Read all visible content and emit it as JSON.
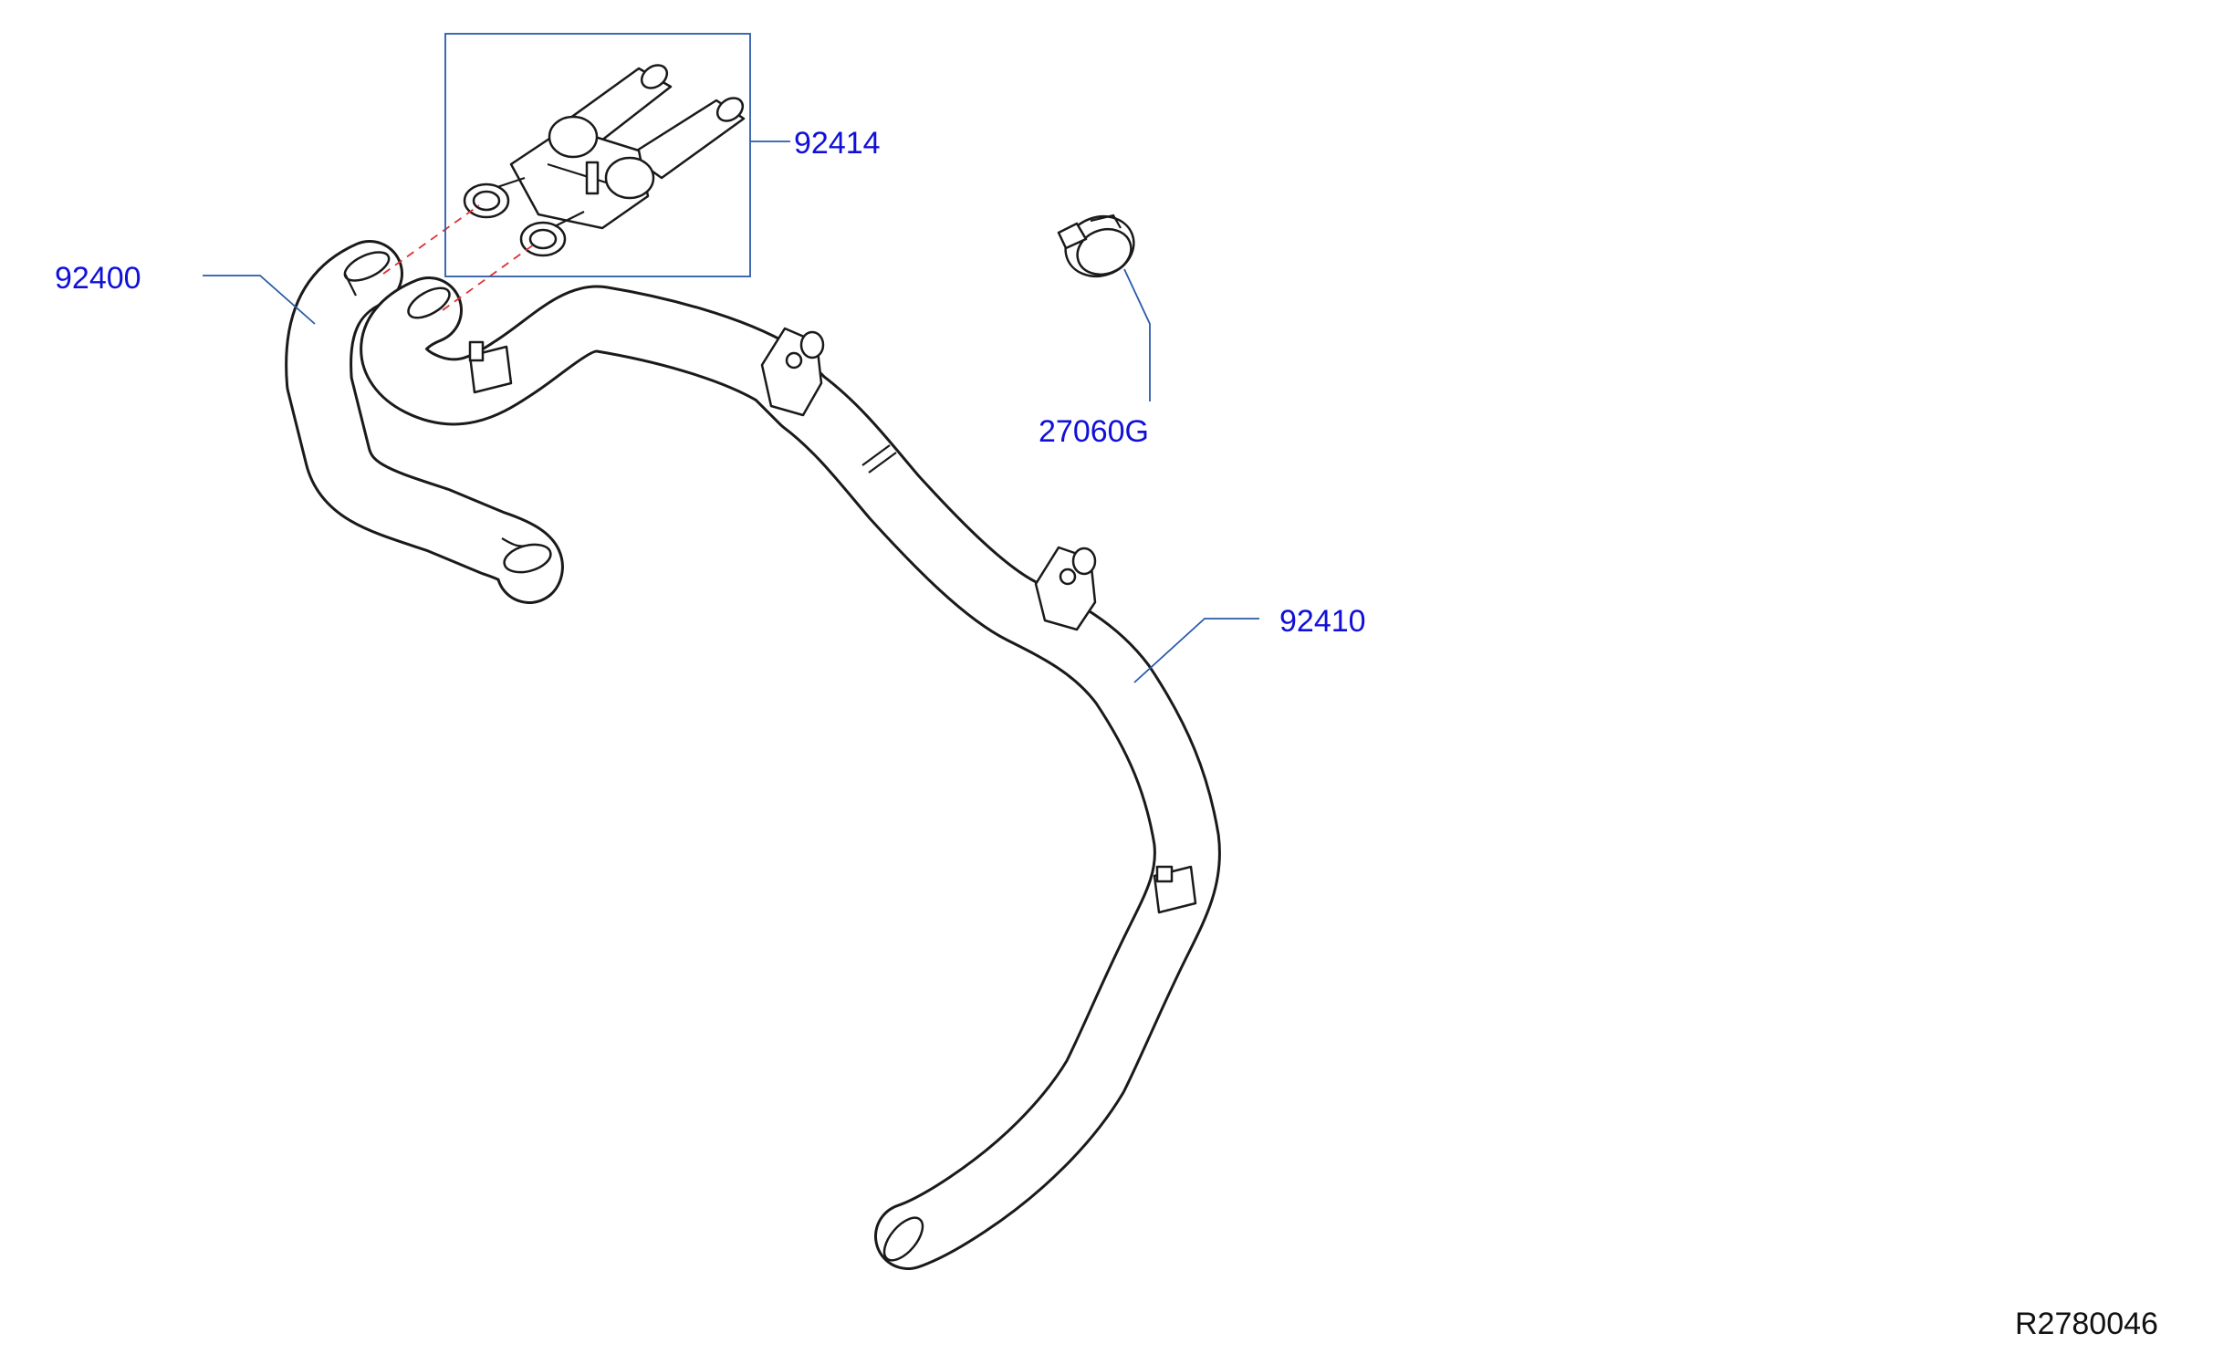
{
  "parts": {
    "hose_upper": {
      "number": "92400"
    },
    "valve_assembly": {
      "number": "92414"
    },
    "clamp": {
      "number": "27060G"
    },
    "hose_lower": {
      "number": "92410"
    }
  },
  "reference": {
    "code": "R2780046"
  },
  "colors": {
    "callout_text": "#1010d8",
    "leader_line": "#2b5aa8",
    "alignment_dash": "#e03030",
    "line_art": "#1a1a1a"
  }
}
